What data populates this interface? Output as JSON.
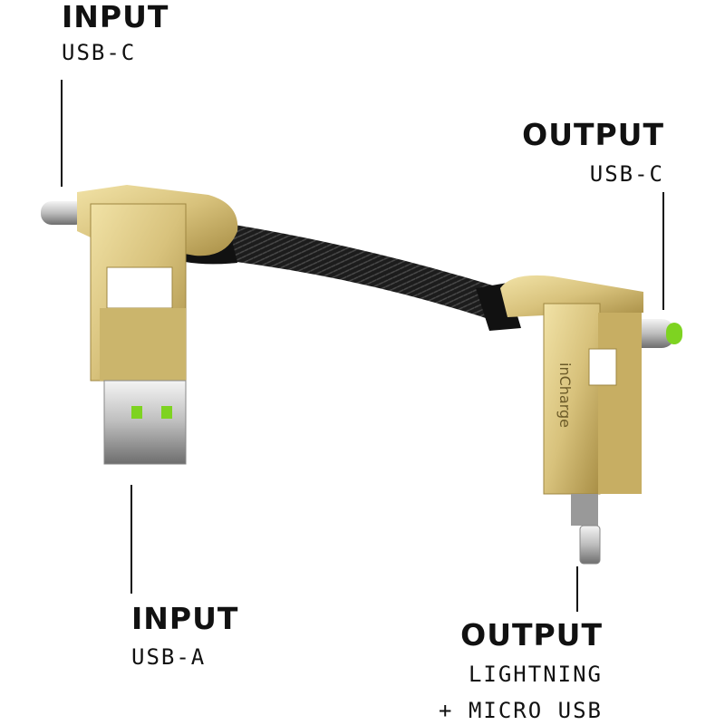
{
  "labels": {
    "input_top": {
      "title": "INPUT",
      "sub": "USB-C"
    },
    "output_right": {
      "title": "OUTPUT",
      "sub": "USB-C"
    },
    "input_bottom": {
      "title": "INPUT",
      "sub": "USB-A"
    },
    "output_bottom": {
      "title": "OUTPUT",
      "sub1": "LIGHTNING",
      "sub2": "+ MICRO USB"
    }
  },
  "product": {
    "brand": "inCharge"
  },
  "colors": {
    "gold": "#d8c27c",
    "cable": "#1c1c1c",
    "accent_green": "#7ed321",
    "silver": "#d9d9d9"
  }
}
